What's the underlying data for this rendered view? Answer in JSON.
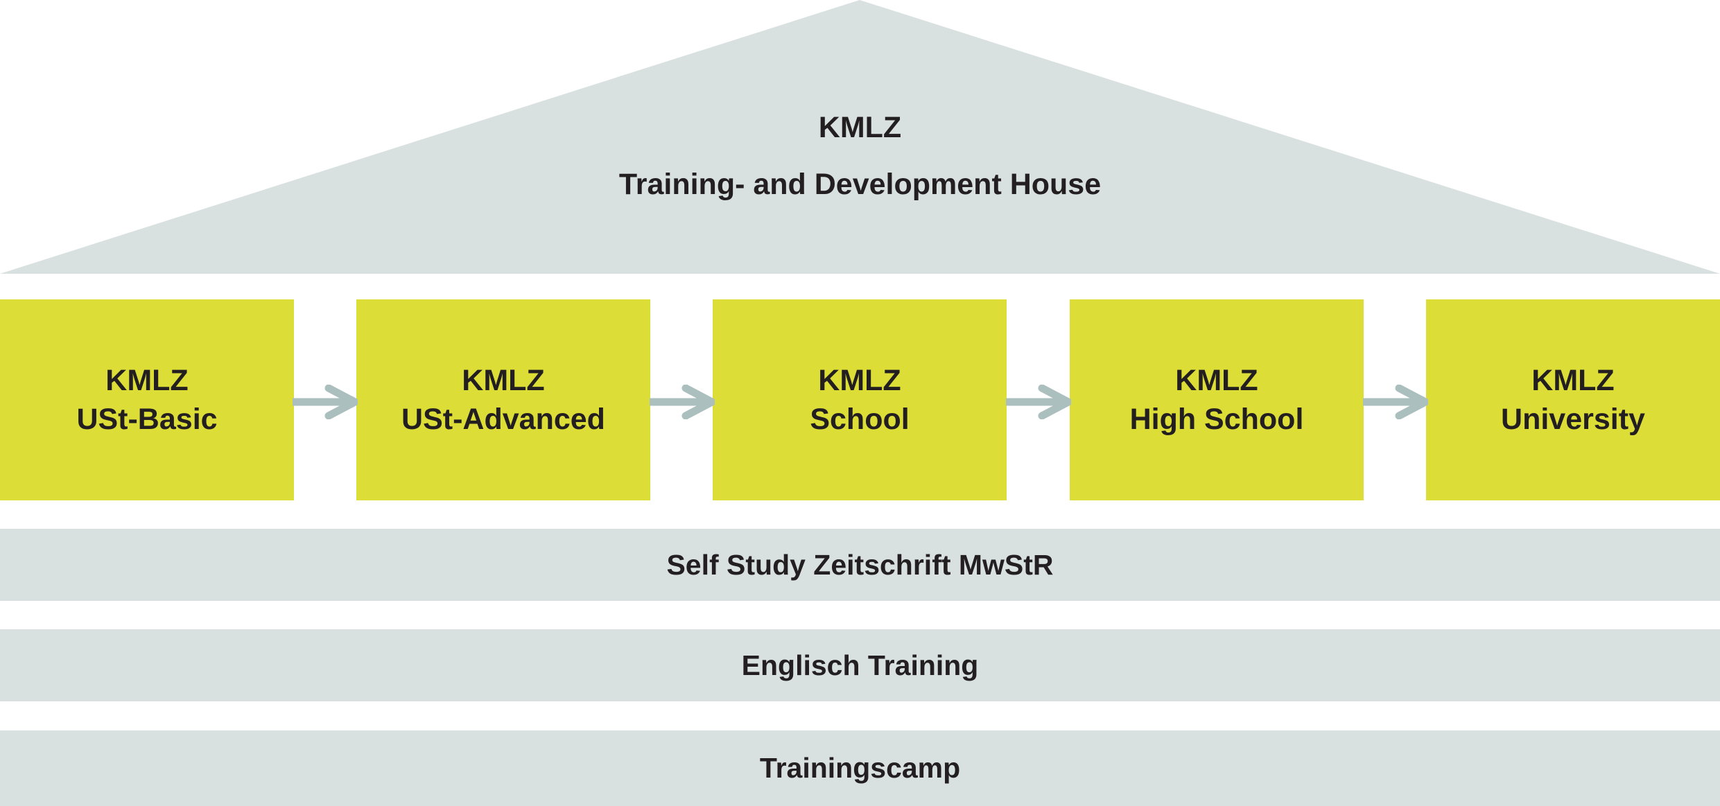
{
  "roof": {
    "title": "KMLZ",
    "subtitle": "Training- and Development House"
  },
  "stages": [
    {
      "line1": "KMLZ",
      "line2": "USt-Basic"
    },
    {
      "line1": "KMLZ",
      "line2": "USt-Advanced"
    },
    {
      "line1": "KMLZ",
      "line2": "School"
    },
    {
      "line1": "KMLZ",
      "line2": "High School"
    },
    {
      "line1": "KMLZ",
      "line2": "University"
    }
  ],
  "foundations": [
    "Self Study Zeitschrift MwStR",
    "Englisch Training",
    "Trainingscamp"
  ],
  "colors": {
    "roof": "#d9e1e0",
    "stage": "#dddd38",
    "arrow": "#abbfbe",
    "text": "#231f20"
  }
}
